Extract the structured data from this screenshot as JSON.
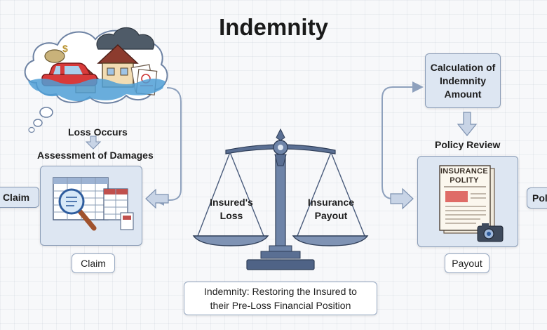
{
  "title": "Indemnity",
  "left": {
    "loss_label": "Loss Occurs",
    "assessment_label": "Assessment of Damages",
    "claim_button": "Claim",
    "edge_claim": "Claim"
  },
  "center": {
    "left_pan": "Insured's\nLoss",
    "right_pan": "Insurance\nPayout",
    "caption": "Indemnity: Restoring the Insured to\ntheir Pre-Loss Financial Position"
  },
  "right": {
    "calculation": "Calculation of\nIndemnity\nAmount",
    "policy_review": "Policy Review",
    "document_title": "INSURANCE\nPOLITY",
    "payout_button": "Payout",
    "edge_policy": "Poli"
  },
  "colors": {
    "accent_blue": "#2f5d9e",
    "box_fill": "#dde6f2",
    "scale_steel": "#5a6f93",
    "water": "#4f9fd6",
    "car": "#d83a3a"
  },
  "icons": [
    "cloud-icon",
    "flooded-car-icon",
    "house-icon",
    "dollar-bag-icon",
    "spreadsheet-icon",
    "magnifier-icon",
    "balance-scale-icon",
    "policy-document-icon",
    "camera-icon",
    "arrow-icon"
  ]
}
